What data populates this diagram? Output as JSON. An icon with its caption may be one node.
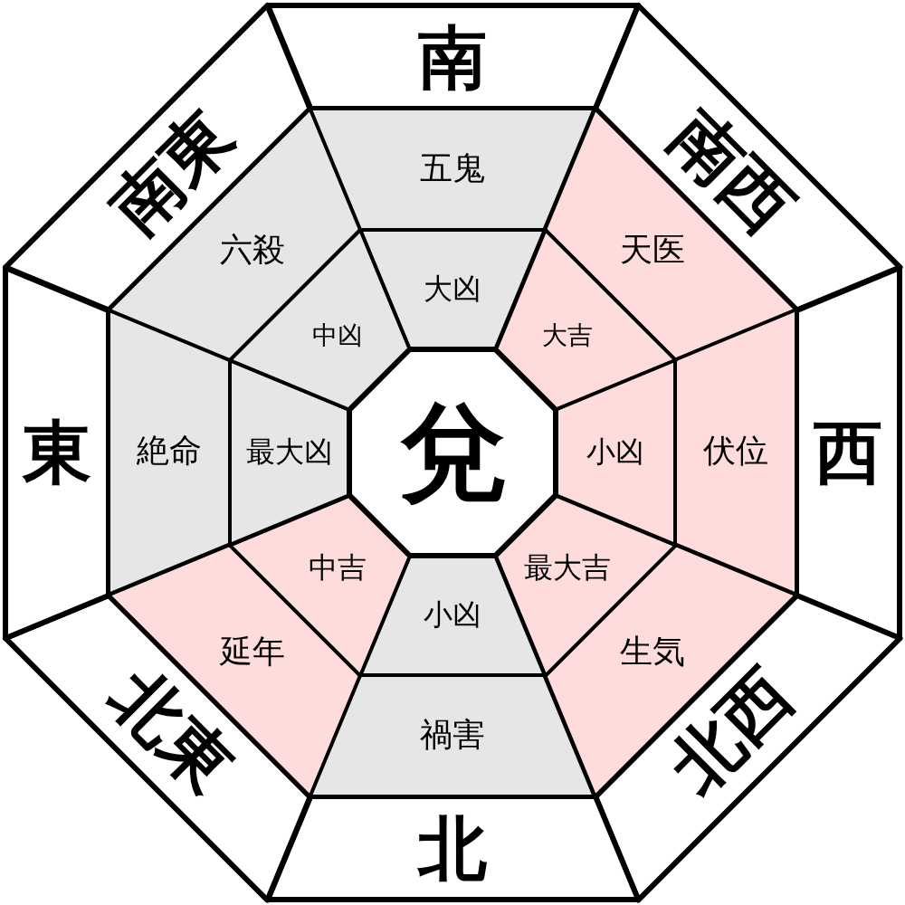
{
  "diagram": {
    "nodes": [
      {
        "text": [
          "南"
        ]
      },
      {
        "text": [
          "南西"
        ]
      },
      {
        "text": [
          "西"
        ]
      },
      {
        "text": [
          "北西"
        ]
      },
      {
        "text": [
          "北"
        ]
      },
      {
        "text": [
          "北東"
        ]
      },
      {
        "text": [
          "東"
        ]
      },
      {
        "text": [
          "南東"
        ]
      },
      {
        "text": [
          "五鬼"
        ]
      },
      {
        "text": [
          "天医"
        ]
      },
      {
        "text": [
          "伏位"
        ]
      },
      {
        "text": [
          "生気"
        ]
      },
      {
        "text": [
          "禍害"
        ]
      },
      {
        "text": [
          "延年"
        ]
      },
      {
        "text": [
          "絶命"
        ]
      },
      {
        "text": [
          "六殺"
        ]
      },
      {
        "text": [
          "大凶"
        ]
      },
      {
        "text": [
          "大吉"
        ]
      },
      {
        "text": [
          "小凶"
        ]
      },
      {
        "text": [
          "最大吉"
        ]
      },
      {
        "text": [
          "小凶"
        ]
      },
      {
        "text": [
          "中吉"
        ]
      },
      {
        "text": [
          "最大凶"
        ]
      },
      {
        "text": [
          "中凶"
        ]
      },
      {
        "text": [
          "兌"
        ]
      }
    ]
  }
}
